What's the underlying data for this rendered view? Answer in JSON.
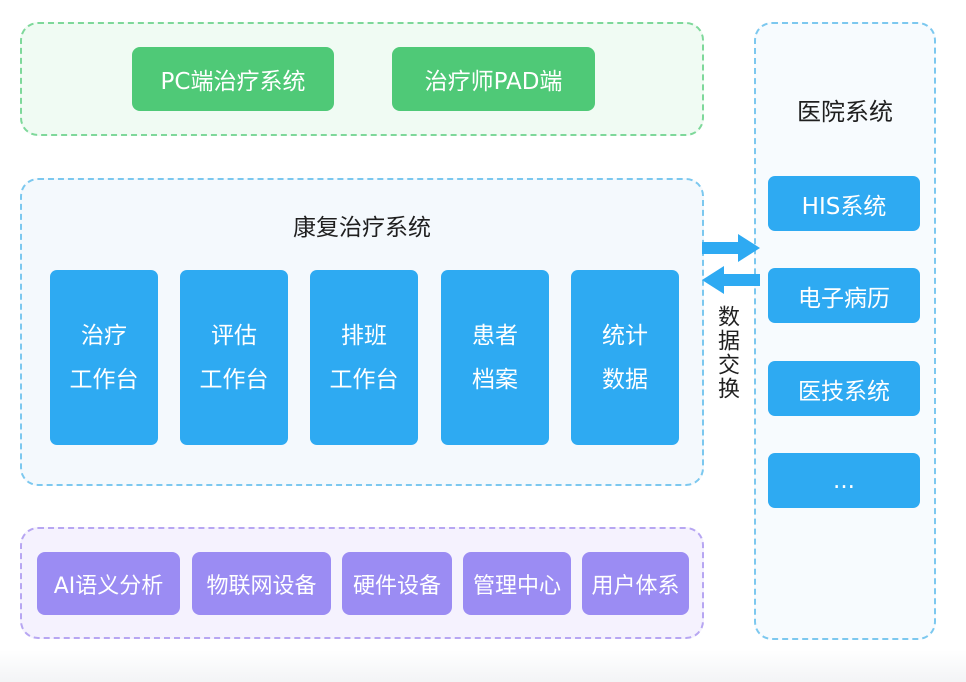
{
  "top_layer": {
    "items": [
      "PC端治疗系统",
      "治疗师PAD端"
    ],
    "color": "#4fc977"
  },
  "core": {
    "title": "康复治疗系统",
    "modules": [
      {
        "line1": "治疗",
        "line2": "工作台"
      },
      {
        "line1": "评估",
        "line2": "工作台"
      },
      {
        "line1": "排班",
        "line2": "工作台"
      },
      {
        "line1": "患者",
        "line2": "档案"
      },
      {
        "line1": "统计",
        "line2": "数据"
      }
    ],
    "color": "#2eaaf2"
  },
  "base_layer": {
    "items": [
      "AI语义分析",
      "物联网设备",
      "硬件设备",
      "管理中心",
      "用户体系"
    ],
    "color": "#9b8cf3"
  },
  "hospital": {
    "title": "医院系统",
    "items": [
      "HIS系统",
      "电子病历",
      "医技系统",
      "..."
    ]
  },
  "exchange_label": "数据交换",
  "icons": {
    "exchange_arrows": "bidirectional-arrows-icon"
  }
}
